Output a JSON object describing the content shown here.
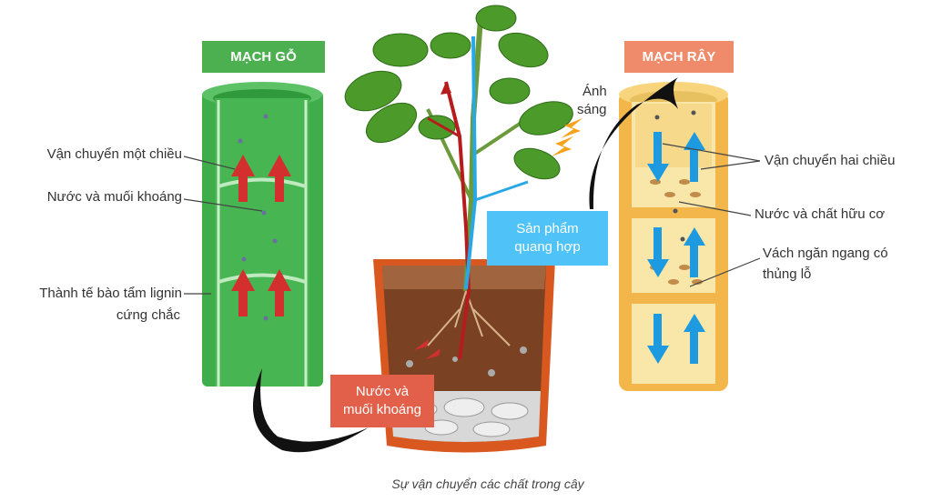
{
  "xylem": {
    "title": "MẠCH GỖ",
    "labels": [
      "Vận chuyển một chiều",
      "Nước và muối khoáng",
      "Thành tế bào tẩm lignin",
      "cứng chắc"
    ]
  },
  "phloem": {
    "title": "MẠCH RÂY",
    "labels": [
      "Vận chuyển hai chiều",
      "Nước và chất hữu cơ",
      "Vách ngăn ngang có",
      "thủng lỗ"
    ]
  },
  "plant": {
    "light": [
      "Ánh",
      "sáng"
    ],
    "photosynthesis_box": [
      "Sản phẩm",
      "quang hợp"
    ],
    "water_box": [
      "Nước và",
      "muối khoáng"
    ]
  },
  "caption": "Sự vận chuyển các chất trong cây",
  "colors": {
    "xylem": "#3fae4a",
    "phloem": "#f6c55a",
    "xylem_tag": "#4caf50",
    "phloem_tag": "#ef8a6a",
    "blue_box": "#4fc3f7",
    "red_box": "#e2604a"
  }
}
